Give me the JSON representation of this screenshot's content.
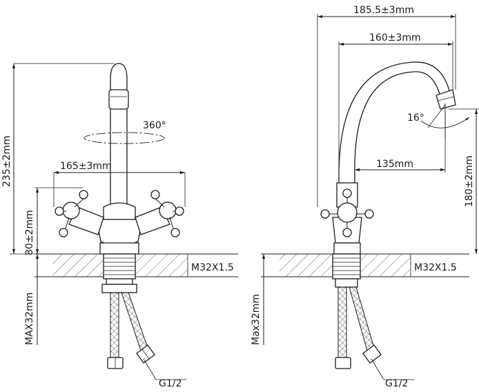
{
  "front_view": {
    "height_total": "235±2mm",
    "spread": "165±3mm",
    "handle_height": "80±2mm",
    "rotation": "360°",
    "thread": "M32X1.5",
    "max_thickness": "MAX32mm",
    "hose_thread": "G1/2"
  },
  "side_view": {
    "reach_outer": "185.5±3mm",
    "reach_inner": "160±3mm",
    "reach_low": "135mm",
    "angle": "16°",
    "spout_height": "180±2mm",
    "thread": "M32X1.5",
    "max_thickness": "Max32mm",
    "hose_thread": "G1/2"
  }
}
